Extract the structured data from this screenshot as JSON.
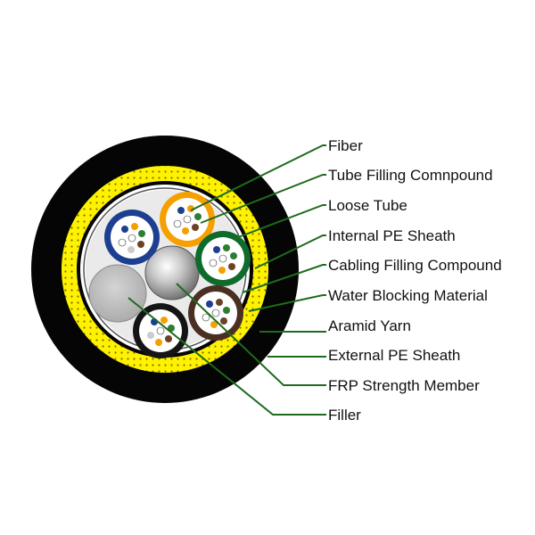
{
  "labels": {
    "fiber": "Fiber",
    "tube_filling_compound": "Tube Filling Comnpound",
    "loose_tube": "Loose Tube",
    "internal_pe_sheath": "Internal PE Sheath",
    "cabling_filling_compound": "Cabling Filling Compound",
    "water_blocking_material": "Water Blocking Material",
    "aramid_yarn": "Aramid Yarn",
    "external_pe_sheath": "External PE Sheath",
    "frp_strength_member": "FRP Strength Member",
    "filler": "Filler"
  },
  "colors": {
    "outer_sheath": "#050505",
    "aramid_yarn": "#fff200",
    "leader_line": "#1e6b1e",
    "tube_blue": "#1c3f8f",
    "tube_orange": "#f5a000",
    "tube_green": "#0f6b2b",
    "tube_brown": "#4a2f22",
    "tube_black": "#141414",
    "filler_gray": "#b8b8b8",
    "frp_silver": "#a8a8a8"
  }
}
